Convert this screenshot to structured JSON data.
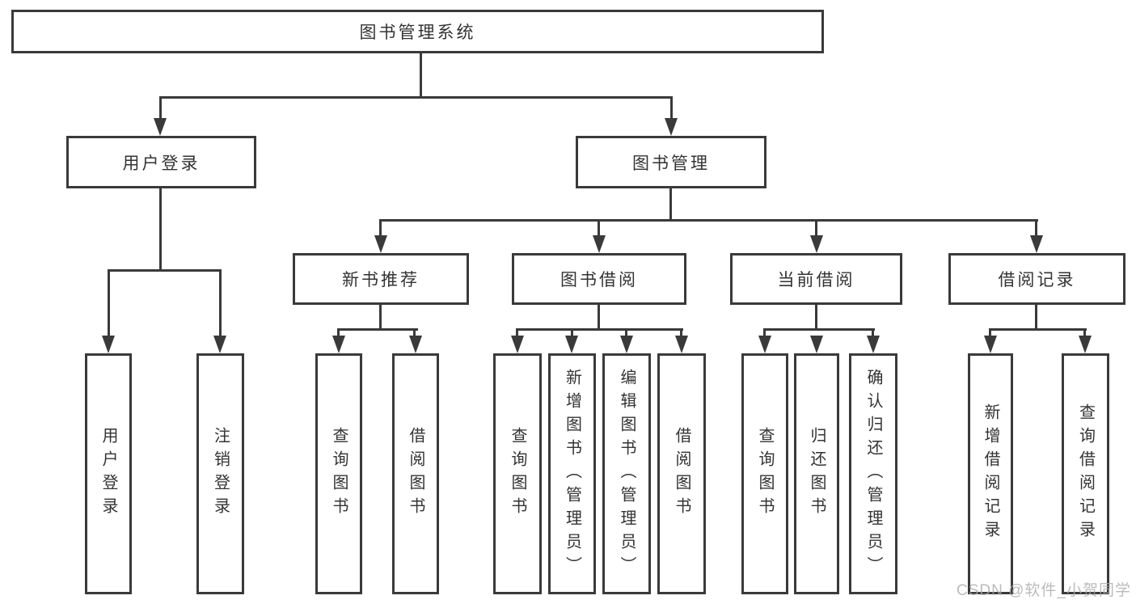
{
  "diagram": {
    "root": {
      "label": "图书管理系统"
    },
    "user_login": {
      "label": "用户登录",
      "children": [
        "用户登录",
        "注销登录"
      ]
    },
    "book_mgmt": {
      "label": "图书管理"
    },
    "new_book": {
      "label": "新书推荐",
      "children": [
        "查询图书",
        "借阅图书"
      ]
    },
    "book_borrow": {
      "label": "图书借阅",
      "children": [
        "查询图书",
        "新增图书（管理员）",
        "编辑图书（管理员）",
        "借阅图书"
      ]
    },
    "current_borrow": {
      "label": "当前借阅",
      "children": [
        "查询图书",
        "归还图书",
        "确认归还（管理员）"
      ]
    },
    "borrow_record": {
      "label": "借阅记录",
      "children": [
        "新增借阅记录",
        "查询借阅记录"
      ]
    }
  },
  "watermark": "CSDN @软件_小贺同学",
  "colors": {
    "line": "#3a3a3a",
    "text": "#333333",
    "background": "#ffffff",
    "watermark": "#ababab"
  }
}
